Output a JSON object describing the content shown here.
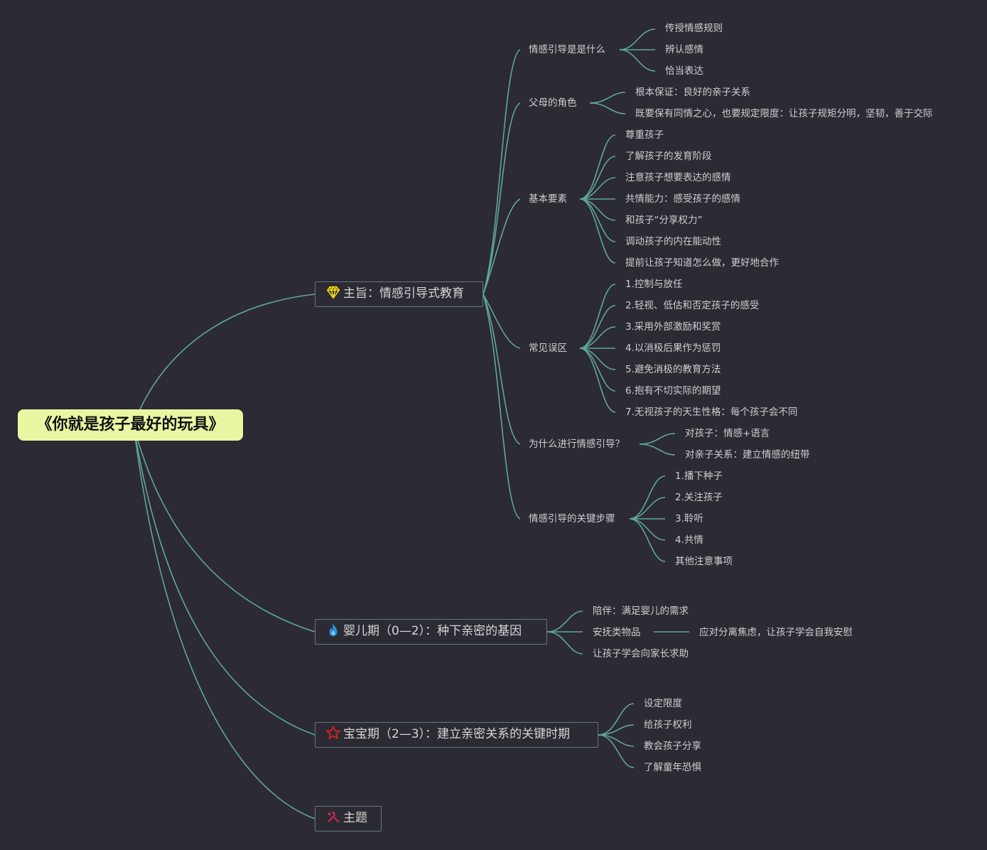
{
  "root": {
    "title": "《你就是孩子最好的玩具》"
  },
  "branches": {
    "b1": {
      "icon": "diamond-icon",
      "icon_color": "#f2d414",
      "label": "主旨：情感引导式教育",
      "groups": {
        "g1": {
          "label": "情感引导是是什么",
          "items": [
            "传授情感规则",
            "辨认感情",
            "恰当表达"
          ]
        },
        "g2": {
          "label": "父母的角色",
          "items": [
            "根本保证：良好的亲子关系",
            "既要保有同情之心，也要规定限度：让孩子规矩分明，坚韧，善于交际"
          ]
        },
        "g3": {
          "label": "基本要素",
          "items": [
            "尊重孩子",
            "了解孩子的发育阶段",
            "注意孩子想要表达的感情",
            "共情能力：感受孩子的感情",
            "和孩子“分享权力”",
            "调动孩子的内在能动性",
            "提前让孩子知道怎么做，更好地合作"
          ]
        },
        "g4": {
          "label": "常见误区",
          "items": [
            "1.控制与放任",
            "2.轻视、低估和否定孩子的感受",
            "3.采用外部激励和奖赏",
            "4.以消极后果作为惩罚",
            "5.避免消极的教育方法",
            "6.抱有不切实际的期望",
            "7.无视孩子的天生性格：每个孩子会不同"
          ]
        },
        "g5": {
          "label": "为什么进行情感引导？",
          "items": [
            "对孩子：情感+语言",
            "对亲子关系：建立情感的纽带"
          ]
        },
        "g6": {
          "label": "情感引导的关键步骤",
          "items": [
            "1.播下种子",
            "2.关注孩子",
            "3.聆听",
            "4.共情",
            "其他注意事项"
          ]
        }
      }
    },
    "b2": {
      "icon": "flame-icon",
      "icon_color": "#2d8fe0",
      "label": "婴儿期（0—2）：种下亲密的基因",
      "items": [
        "陪伴：满足婴儿的需求",
        "安抚类物品",
        "让孩子学会向家长求助"
      ],
      "sub_item": "应对分离焦虑，让孩子学会自我安慰"
    },
    "b3": {
      "icon": "star-icon",
      "icon_color": "#e02424",
      "label": "宝宝期（2—3）：建立亲密关系的关键时期",
      "items": [
        "设定限度",
        "给孩子权利",
        "教会孩子分享",
        "了解童年恐惧"
      ]
    },
    "b4": {
      "icon": "tools-icon",
      "icon_color": "#e0245e",
      "label": "主题"
    }
  },
  "colors": {
    "background": "#2c2a33",
    "link": "#5fa79c",
    "root_fill": "#e9f7a3",
    "branch_border": "#607a80",
    "text": "#cfcfcf"
  }
}
